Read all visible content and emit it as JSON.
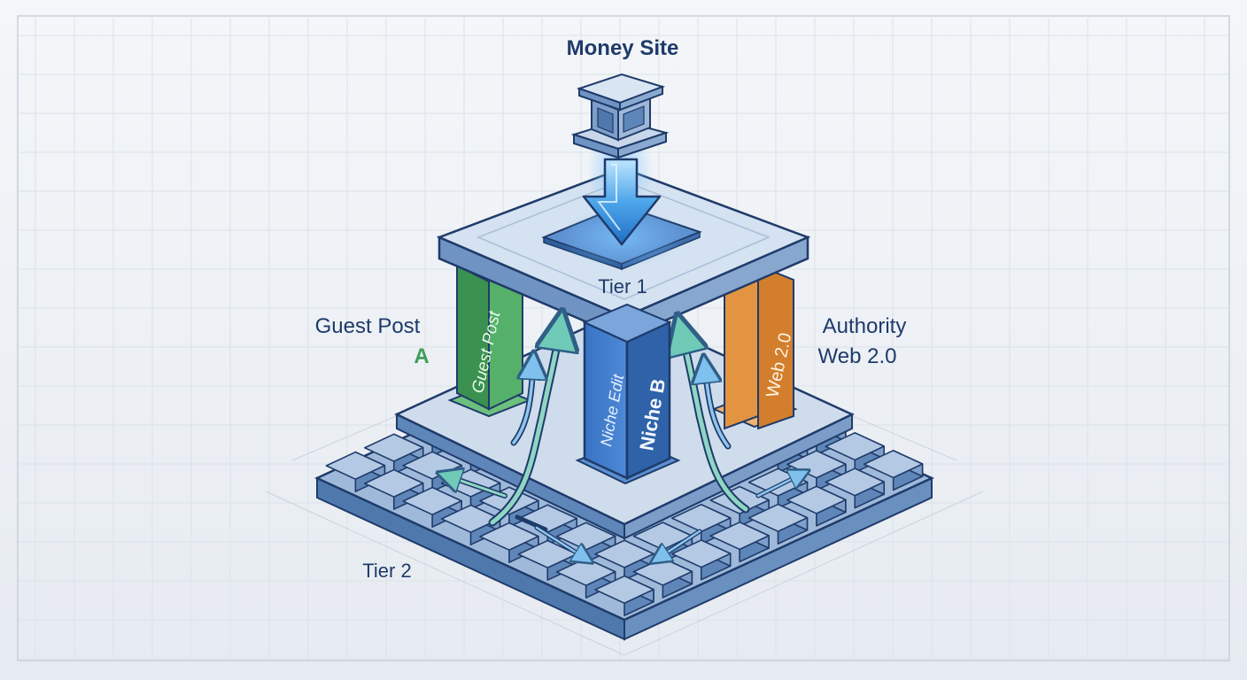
{
  "diagram": {
    "money_site_label": "Money Site",
    "tier1_label": "Tier 1",
    "tier2_label": "Tier 2",
    "guest_post_label": "Guest Post",
    "guest_post_suffix": "A",
    "authority_label_line1": "Authority",
    "authority_label_line2": "Web 2.0",
    "pillars": {
      "guest_post": "Guest Post",
      "niche_edit": "Niche Edit",
      "niche_b": "Niche B",
      "web20": "Web 2.0"
    }
  },
  "colors": {
    "background": "#eef2f6",
    "grid": "#d9e0e8",
    "navy": "#1f3b6a",
    "slab_top": "#d6e3f1",
    "slab_side": "#7f9ec6",
    "tile": "#a9c1de",
    "green": "#4aa55f",
    "blue": "#3f79c7",
    "orange": "#e48f3d",
    "arrow_teal": "#8cd3c6",
    "arrow_glow": "#6fb6ee"
  }
}
